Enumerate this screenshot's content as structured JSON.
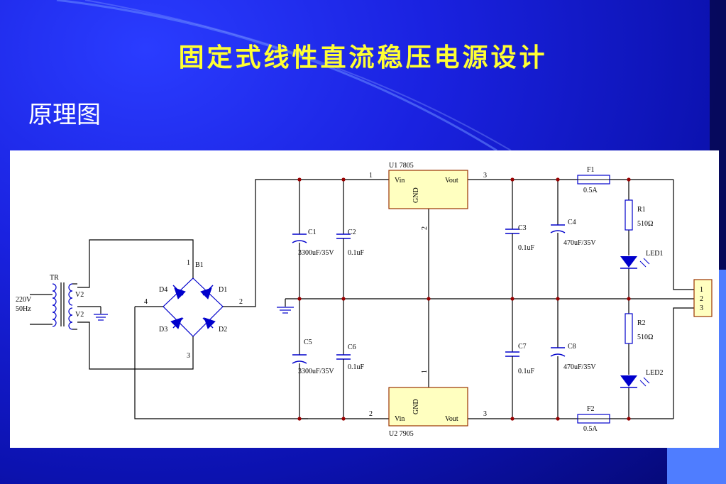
{
  "title": "固定式线性直流稳压电源设计",
  "subtitle": "原理图",
  "colors": {
    "wire": "#000000",
    "cap": "#0000cc",
    "diode": "#0000cc",
    "ic_fill": "#ffffc0",
    "ic_border": "#993300",
    "junction": "#990000"
  },
  "labels": {
    "tr": "TR",
    "v_in": "220V",
    "freq": "50Hz",
    "v2a": "V2",
    "v2b": "V2",
    "b1": "B1",
    "d1": "D1",
    "d2": "D2",
    "d3": "D3",
    "d4": "D4",
    "b1_pin1": "1",
    "b1_pin2": "2",
    "b1_pin3": "3",
    "b1_pin4": "4",
    "c1": "C1",
    "c1_val": "3300uF/35V",
    "c2": "C2",
    "c2_val": "0.1uF",
    "c5": "C5",
    "c5_val": "3300uF/35V",
    "c6": "C6",
    "c6_val": "0.1uF",
    "u1": "U1 7805",
    "u2": "U2 7905",
    "vin": "Vin",
    "vout": "Vout",
    "gnd": "GND",
    "u1_pin1": "1",
    "u1_pin2": "2",
    "u1_pin3": "3",
    "u2_pin1": "1",
    "u2_pin2": "2",
    "u2_pin3": "3",
    "c3": "C3",
    "c3_val": "0.1uF",
    "c4": "C4",
    "c4_val": "470uF/35V",
    "c7": "C7",
    "c7_val": "0.1uF",
    "c8": "C8",
    "c8_val": "470uF/35V",
    "f1": "F1",
    "f1_val": "0.5A",
    "f2": "F2",
    "f2_val": "0.5A",
    "r1": "R1",
    "r1_val": "510Ω",
    "r2": "R2",
    "r2_val": "510Ω",
    "led1": "LED1",
    "led2": "LED2",
    "j1": "1",
    "j2": "2",
    "j3": "3"
  }
}
